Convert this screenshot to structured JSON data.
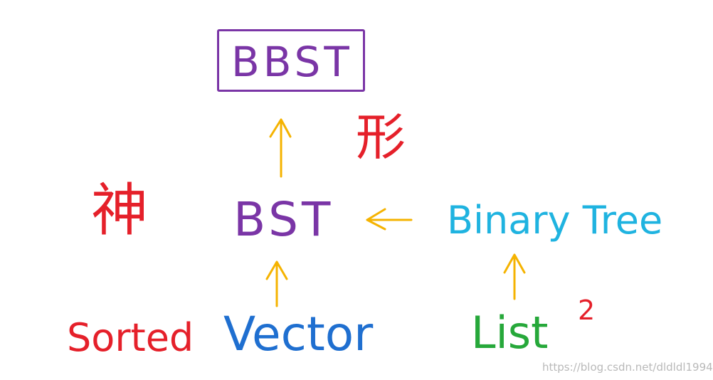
{
  "nodes": {
    "bbst": "BBST",
    "xing": "形",
    "shen": "神",
    "bst": "BST",
    "binary_tree": "Binary Tree",
    "sorted": "Sorted",
    "vector": "Vector",
    "list": "List",
    "list_superscript": "2"
  },
  "watermark": "https://blog.csdn.net/dldldl1994",
  "colors": {
    "purple": "#7a35a6",
    "red": "#e5202a",
    "yellow": "#f5b301",
    "cyan": "#1fb3e0",
    "blue": "#1f6fd0",
    "green": "#26a83a"
  }
}
